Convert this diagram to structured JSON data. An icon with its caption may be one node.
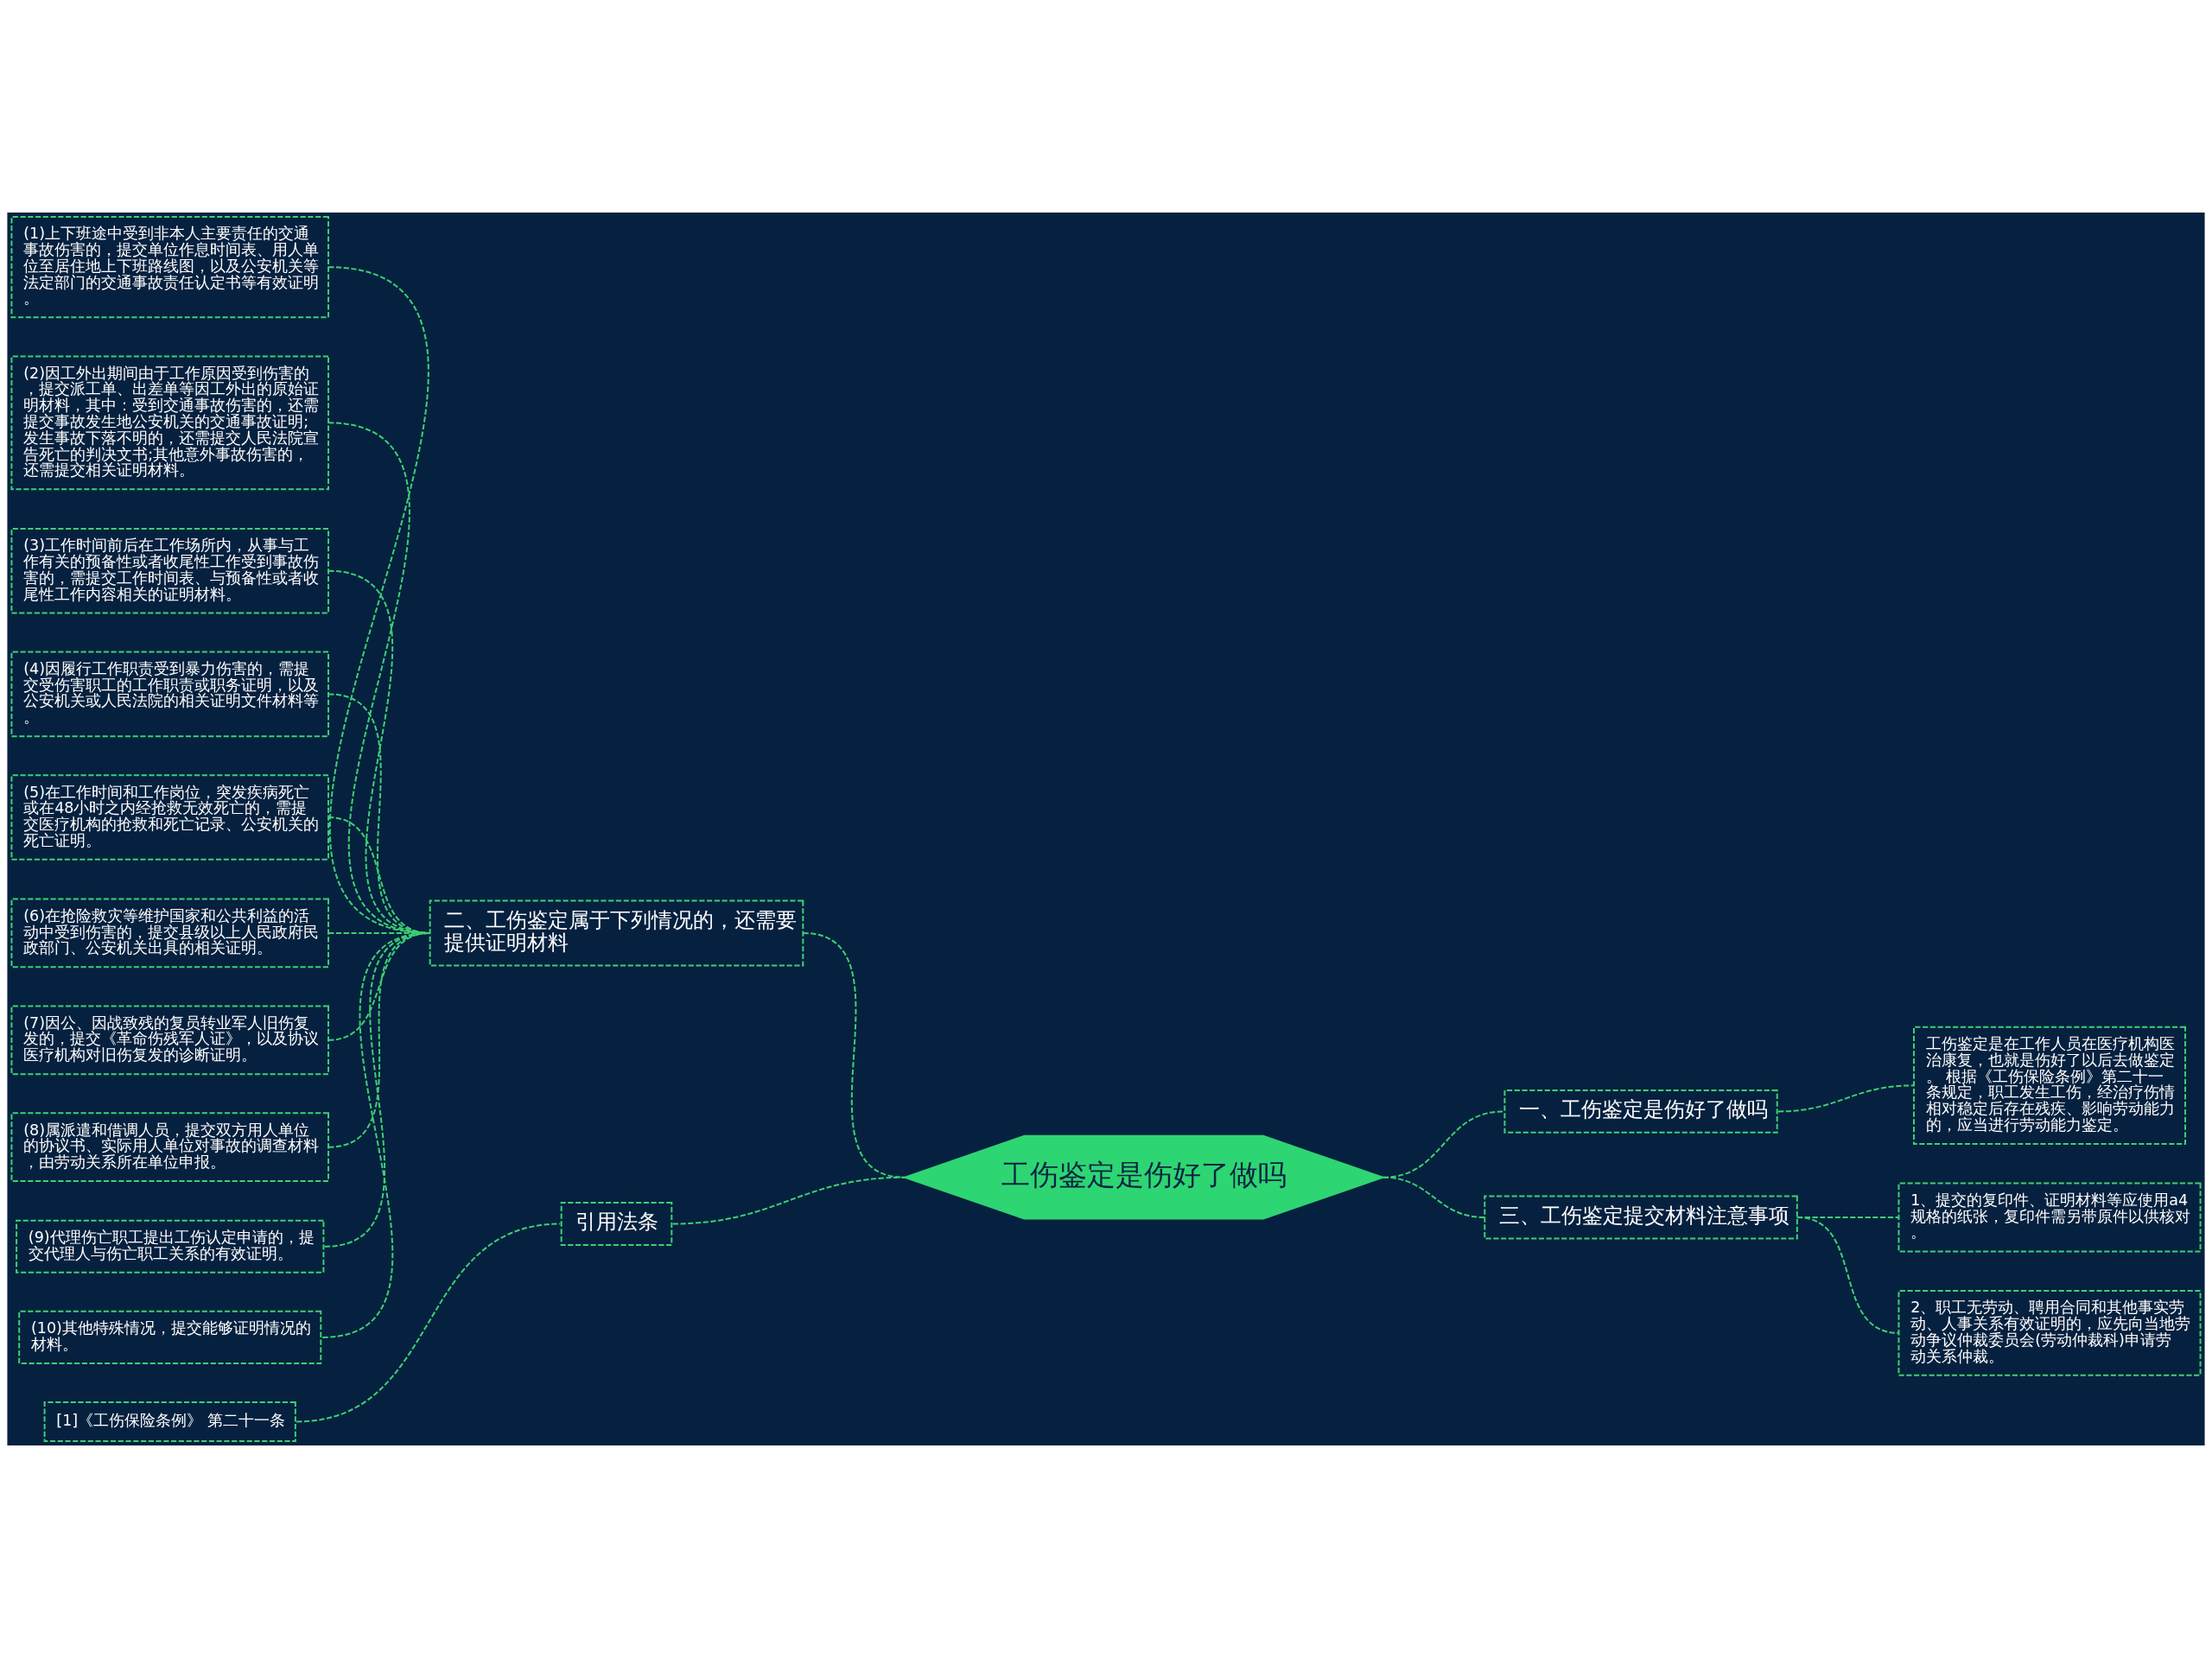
{
  "diagram": {
    "nodes": [
      {
        "text": [
          "工伤鉴定是伤好了做吗"
        ]
      },
      {
        "text": [
          "一、工伤鉴定是伤好了做吗"
        ]
      },
      {
        "text": [
          "工伤鉴定是在工作人员在医疗机构医治康复，也就是伤好了以后去做鉴定。 根据《工伤保险条例》第二十一条规定，职工发生工伤，经治疗伤情相对稳定后存在残疾、影响劳动能力的，应当进行劳动能力鉴定。"
        ]
      },
      {
        "text": [
          "三、工伤鉴定提交材料注意事项"
        ]
      },
      {
        "text": [
          "1、提交的复印件、证明材料等应使用a4规格的纸张，复印件需另带原件以供核对。"
        ]
      },
      {
        "text": [
          "2、职工无劳动、聘用合同和其他事实劳动、人事关系有效证明的，应先向当地劳动争议仲裁委员会(劳动仲裁科)申请劳动关系仲裁。"
        ]
      },
      {
        "text": [
          "二、工伤鉴定属于下列情况的，还需要提供证明材料"
        ]
      },
      {
        "text": [
          "(1)上下班途中受到非本人主要责任的交通事故伤害的，提交单位作息时间表、用人单位至居住地上下班路线图，以及公安机关等法定部门的交通事故责任认定书等有效证明。"
        ]
      },
      {
        "text": [
          "(2)因工外出期间由于工作原因受到伤害的，提交派工单、出差单等因工外出的原始证明材料，其中：受到交通事故伤害的，还需提交事故发生地公安机关的交通事故证明;发生事故下落不明的，还需提交人民法院宣告死亡的判决文书;其他意外事故伤害的，还需提交相关证明材料。"
        ]
      },
      {
        "text": [
          "(3)工作时间前后在工作场所内，从事与工作有关的预备性或者收尾性工作受到事故伤害的，需提交工作时间表、与预备性或者收尾性工作内容相关的证明材料。"
        ]
      },
      {
        "text": [
          "(4)因履行工作职责受到暴力伤害的，需提交受伤害职工的工作职责或职务证明，以及公安机关或人民法院的相关证明文件材料等。"
        ]
      },
      {
        "text": [
          "(5)在工作时间和工作岗位，突发疾病死亡或在48小时之内经抢救无效死亡的，需提交医疗机构的抢救和死亡记录、公安机关的死亡证明。"
        ]
      },
      {
        "text": [
          "(6)在抢险救灾等维护国家和公共利益的活动中受到伤害的，提交县级以上人民政府民政部门、公安机关出具的相关证明。"
        ]
      },
      {
        "text": [
          "(7)因公、因战致残的复员转业军人旧伤复发的，提交《革命伤残军人证》，以及协议医疗机构对旧伤复发的诊断证明。"
        ]
      },
      {
        "text": [
          "(8)属派遣和借调人员，提交双方用人单位的协议书、实际用人单位对事故的调查材料，由劳动关系所在单位申报。"
        ]
      },
      {
        "text": [
          "(9)代理伤亡职工提出工伤认定申请的，提交代理人与伤亡职工关系的有效证明。"
        ]
      },
      {
        "text": [
          "(10)其他特殊情况，提交能够证明情况的材料。"
        ]
      },
      {
        "text": [
          "引用法条"
        ]
      },
      {
        "text": [
          "[1]《工伤保险条例》 第二十一条"
        ]
      }
    ],
    "edges": [
      {
        "from": 0,
        "to": 1,
        "arrow": "none",
        "style": "dashed"
      },
      {
        "from": 1,
        "to": 2,
        "arrow": "none",
        "style": "dashed"
      },
      {
        "from": 0,
        "to": 3,
        "arrow": "none",
        "style": "dashed"
      },
      {
        "from": 3,
        "to": 4,
        "arrow": "none",
        "style": "dashed"
      },
      {
        "from": 3,
        "to": 5,
        "arrow": "none",
        "style": "dashed"
      },
      {
        "from": 6,
        "to": 0,
        "arrow": "none",
        "style": "dashed"
      },
      {
        "from": 7,
        "to": 6,
        "arrow": "none",
        "style": "dashed"
      },
      {
        "from": 8,
        "to": 6,
        "arrow": "none",
        "style": "dashed"
      },
      {
        "from": 9,
        "to": 6,
        "arrow": "none",
        "style": "dashed"
      },
      {
        "from": 10,
        "to": 6,
        "arrow": "none",
        "style": "dashed"
      },
      {
        "from": 11,
        "to": 6,
        "arrow": "none",
        "style": "dashed"
      },
      {
        "from": 12,
        "to": 6,
        "arrow": "none",
        "style": "dashed"
      },
      {
        "from": 13,
        "to": 6,
        "arrow": "none",
        "style": "dashed"
      },
      {
        "from": 14,
        "to": 6,
        "arrow": "none",
        "style": "dashed"
      },
      {
        "from": 15,
        "to": 6,
        "arrow": "none",
        "style": "dashed"
      },
      {
        "from": 16,
        "to": 6,
        "arrow": "none",
        "style": "dashed"
      },
      {
        "from": 17,
        "to": 0,
        "arrow": "none",
        "style": "dashed"
      },
      {
        "from": 18,
        "to": 17,
        "arrow": "none",
        "style": "dashed"
      }
    ]
  }
}
